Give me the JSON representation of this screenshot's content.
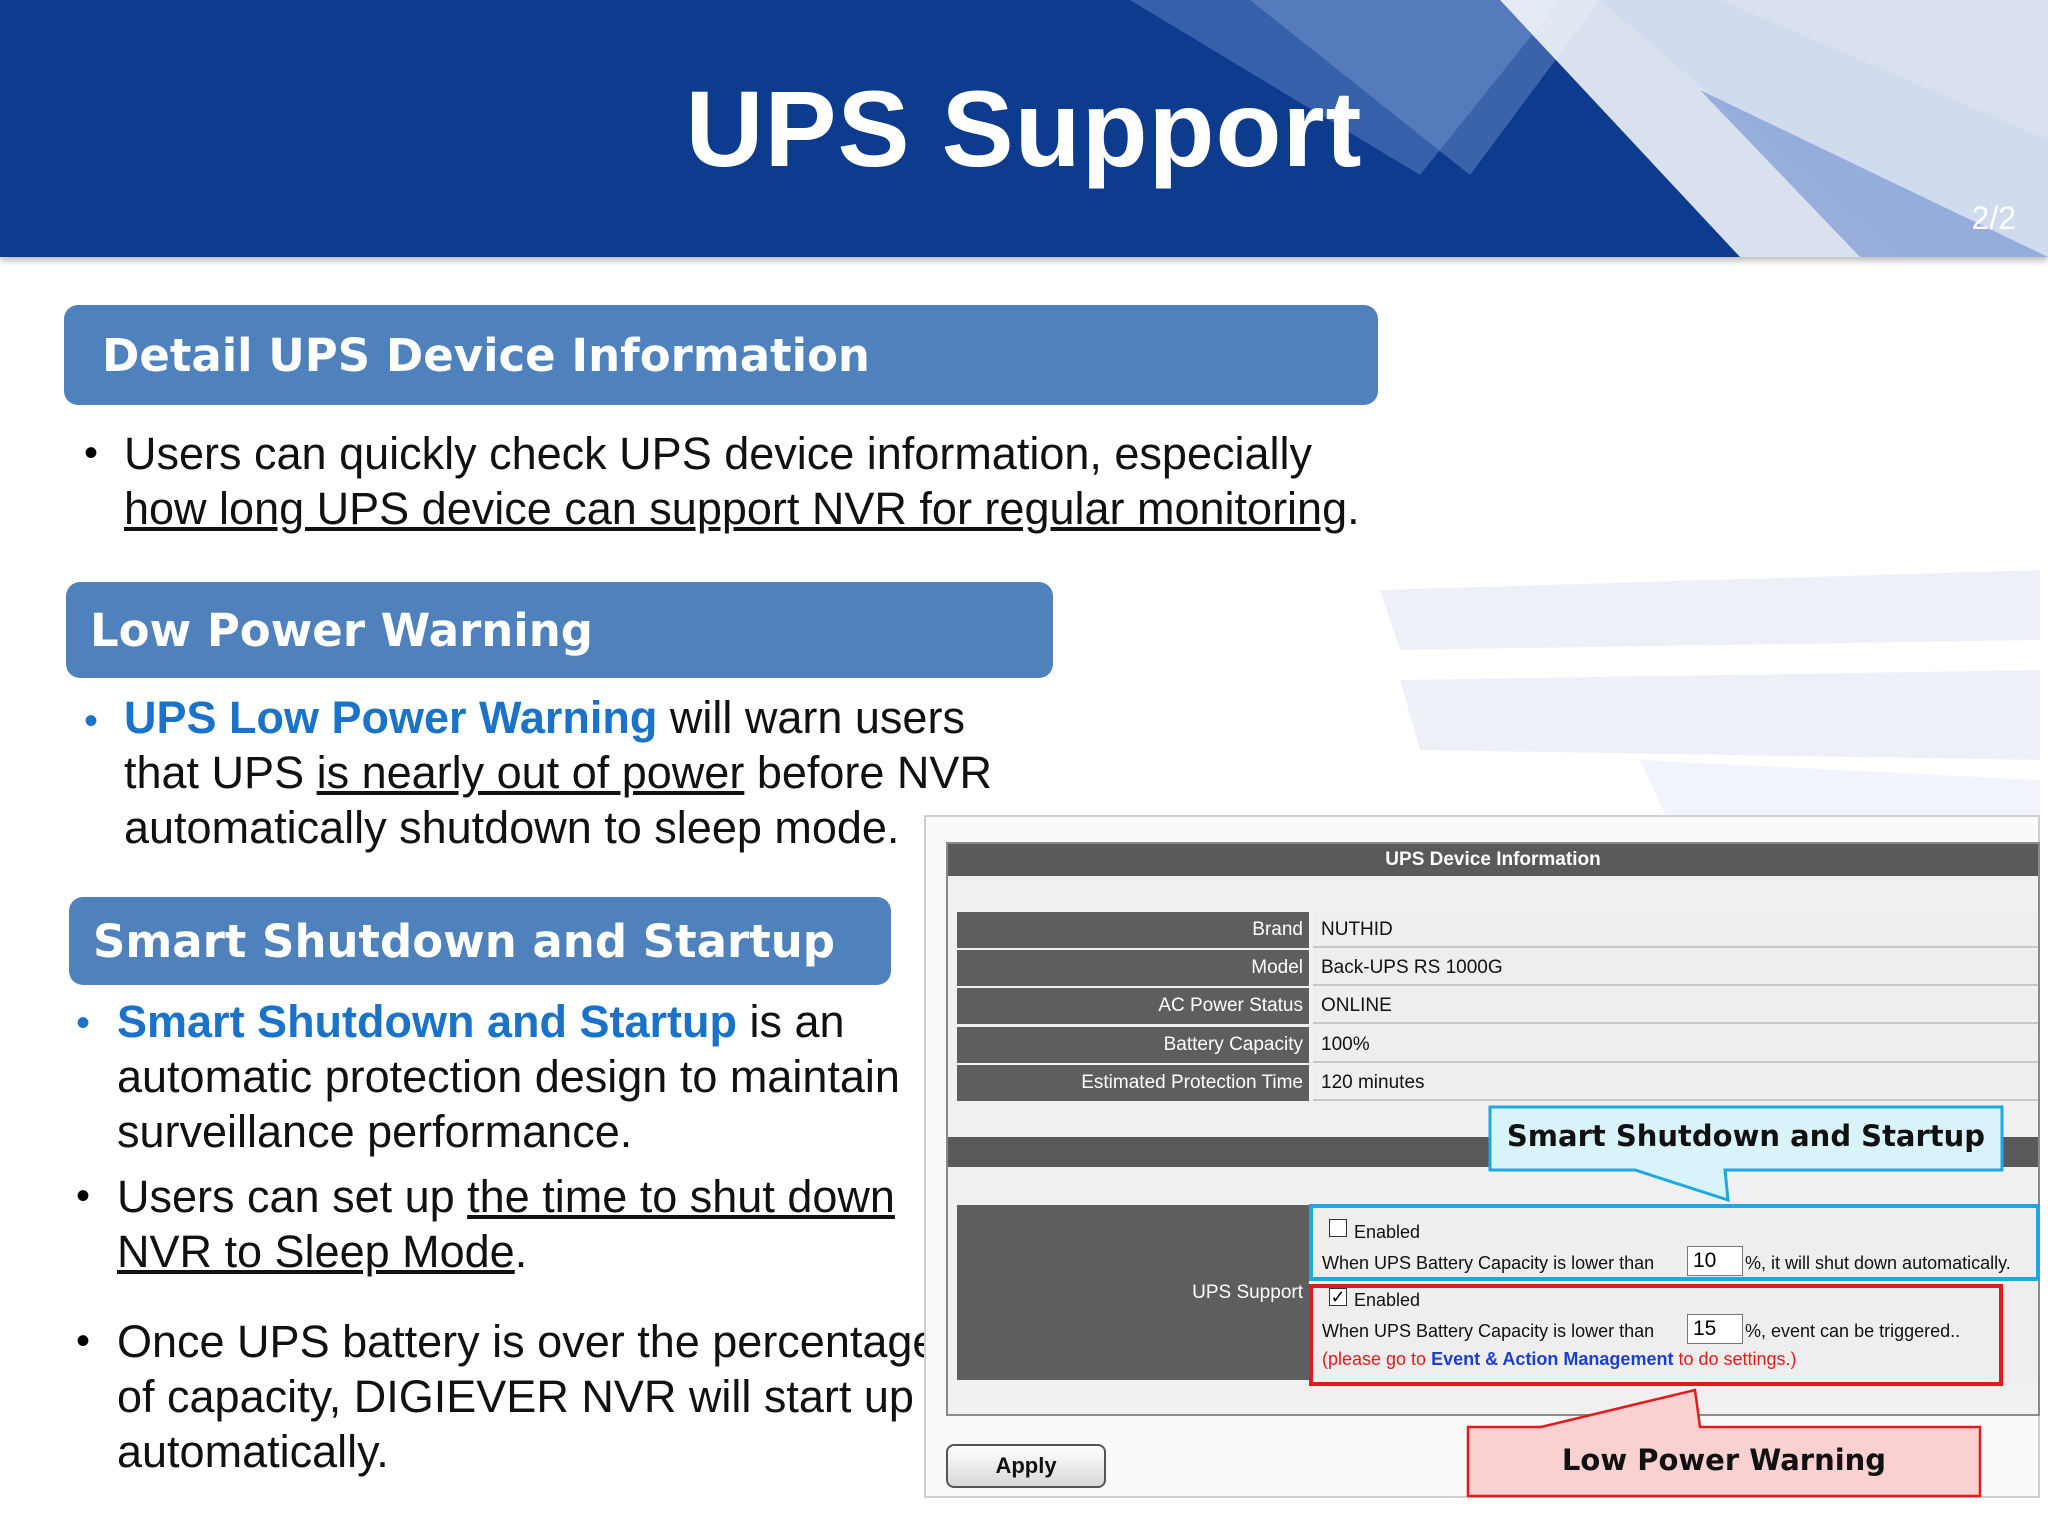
{
  "header": {
    "title": "UPS Support",
    "page_indicator": "2/2"
  },
  "sections": {
    "detail": {
      "heading": "Detail UPS Device Information",
      "bullet_1_a": "Users can quickly check UPS device information, especially",
      "bullet_1_b": "how long UPS device can support NVR for regular monitoring",
      "bullet_1_c": "."
    },
    "low_power": {
      "heading": "Low Power Warning",
      "bullet_hl": "UPS Low Power Warning",
      "bullet_a": " will warn users",
      "bullet_b": "that UPS ",
      "bullet_c": "is nearly out of power",
      "bullet_d": " before NVR",
      "bullet_e": "automatically shutdown to sleep mode."
    },
    "smart": {
      "heading": "Smart Shutdown and Startup",
      "bullet_1_hl": "Smart Shutdown and Startup",
      "bullet_1_a": " is an",
      "bullet_1_b": "automatic protection design to maintain",
      "bullet_1_c": "surveillance performance.",
      "bullet_2_a": "Users can set up ",
      "bullet_2_b": "the time to shut down",
      "bullet_2_c": "NVR to Sleep Mode",
      "bullet_2_d": ".",
      "bullet_3_a": "Once UPS battery is over the percentage",
      "bullet_3_b": "of capacity, DIGIEVER NVR will start up",
      "bullet_3_c": "automatically."
    }
  },
  "ups_panel": {
    "title": "UPS Device Information",
    "rows": [
      {
        "label": "Brand",
        "value": "NUTHID"
      },
      {
        "label": "Model",
        "value": "Back-UPS RS 1000G"
      },
      {
        "label": "AC Power Status",
        "value": "ONLINE"
      },
      {
        "label": "Battery Capacity",
        "value": "100%"
      },
      {
        "label": "Estimated Protection Time",
        "value": "120 minutes"
      }
    ],
    "support_label": "UPS Support",
    "shutdown": {
      "enabled_label": "Enabled",
      "enabled": false,
      "text_before": "When UPS Battery Capacity is lower than",
      "value": "10",
      "text_after": "%, it will shut down automatically."
    },
    "warning": {
      "enabled_label": "Enabled",
      "enabled": true,
      "text_before": "When UPS Battery Capacity is lower than",
      "value": "15",
      "text_after": "%, event can be triggered..",
      "note_a": "(please go to ",
      "note_link": "Event & Action Management",
      "note_b": " to do settings.)"
    },
    "apply_label": "Apply"
  },
  "callouts": {
    "smart": "Smart Shutdown and Startup",
    "low_power": "Low Power Warning"
  },
  "colors": {
    "header_bg": "#0d3b8e",
    "section_bg": "#4f81bd",
    "highlight_text": "#1a73c9",
    "callout_blue": "#d9f3fb",
    "callout_red": "#fbd0d0"
  }
}
